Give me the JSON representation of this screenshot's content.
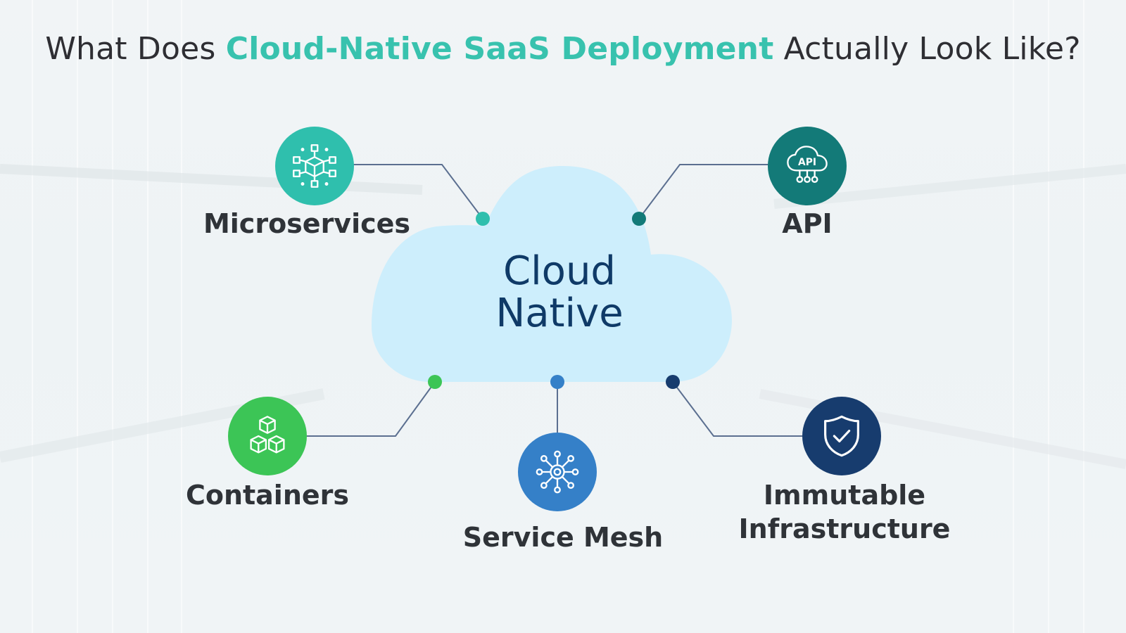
{
  "title": {
    "before": "What Does ",
    "highlight": "Cloud-Native SaaS Deployment",
    "after": " Actually Look Like?"
  },
  "center": {
    "line1": "Cloud",
    "line2": "Native"
  },
  "nodes": [
    {
      "label": "Microservices",
      "icon": "microservices-cube-icon",
      "color": "#2fbfad"
    },
    {
      "label": "API",
      "icon": "api-cloud-icon",
      "color": "#137a78"
    },
    {
      "label": "Containers",
      "icon": "containers-boxes-icon",
      "color": "#3cc556"
    },
    {
      "label": "Service Mesh",
      "icon": "service-mesh-network-icon",
      "color": "#3580c8"
    },
    {
      "label_line1": "Immutable",
      "label_line2": "Infrastructure",
      "icon": "shield-check-icon",
      "color": "#173c6e"
    }
  ],
  "colors": {
    "accent": "#38c2ae",
    "cloud": "#cdeefc",
    "connector": "#5b6f90",
    "center_text": "#0f3a67"
  }
}
